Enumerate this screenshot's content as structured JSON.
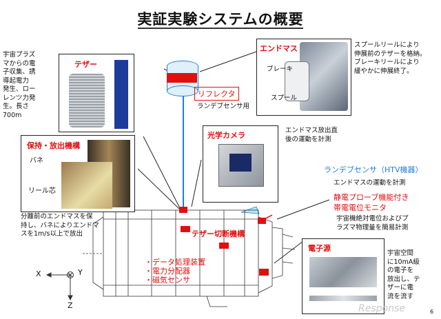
{
  "title": "実証実験システムの概要",
  "page_number": "6",
  "tether_panel": {
    "label": "テザー",
    "description": "宇宙プラズ\nマからの電\n子収集、誘\n導起電力\n発生、ロー\nレンツ力発\n生。長さ\n700m"
  },
  "end_mass_panel": {
    "label": "エンドマス",
    "brake_label": "ブレーキ",
    "spool_label": "スプール",
    "description": "スプールリールにより\n伸展前のテザーを格納。\nブレーキリールにより\n緩やかに伸展終了。"
  },
  "reflector": {
    "label": "リフレクタ",
    "sublabel": "ランデブセンサ用"
  },
  "holding_panel": {
    "label": "保持・放出機構",
    "spring_label": "バネ",
    "reel_core_label": "リール芯",
    "description": "分離前のエンドマスを保\n持し、バネによりエンドマ\nスを1m/s以上で放出"
  },
  "camera_panel": {
    "label": "光学カメラ",
    "description": "エンドマス放出直\n後の運動を計測"
  },
  "rendezvous": {
    "label": "ランデブセンサ（HTV機器）",
    "description": "エンドマスの運動を計測"
  },
  "probe": {
    "label_line1": "静電プローブ機能付き",
    "label_line2": "帯電電位モニタ",
    "description": "宇宙機絶対電位およびプ\nラズマ物理量を簡易計測"
  },
  "tether_cutter": {
    "label": "テザー切断機構"
  },
  "equipment_list": [
    "・データ処理装置",
    "・電力分配器",
    "・磁気センサ"
  ],
  "electron_source": {
    "label": "電子源",
    "description": "宇宙空間\nに10mA級\nの電子を\n放出し、テ\nザーに電\n流を流す"
  },
  "axes": {
    "x": "X",
    "y": "Y",
    "z": "Z"
  },
  "watermark": "Response",
  "colors": {
    "red": "#e01010",
    "blue": "#1f7dd8"
  }
}
